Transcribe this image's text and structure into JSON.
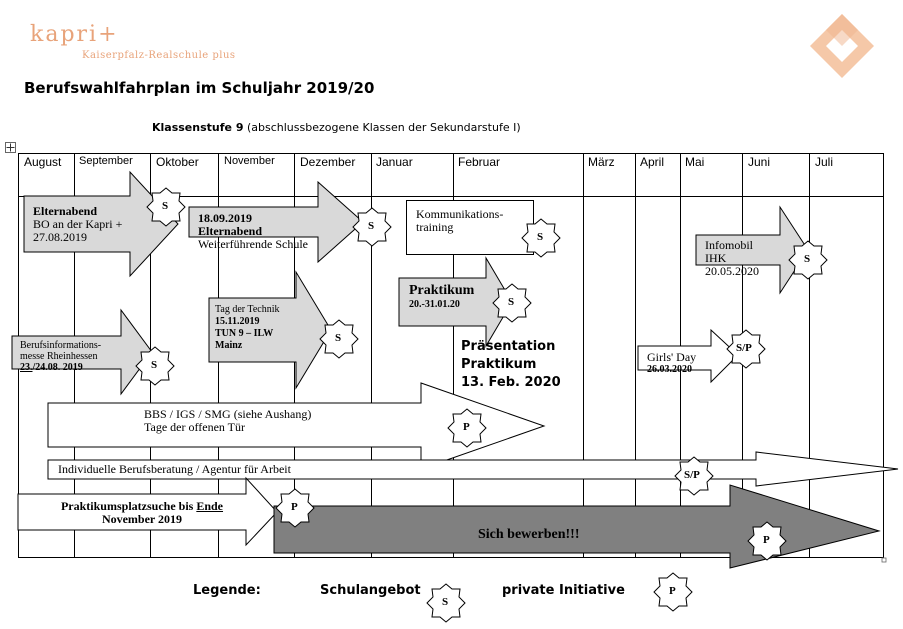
{
  "logo": {
    "name": "kapri+",
    "subtitle": "Kaiserpfalz-Realschule plus"
  },
  "title": "Berufswahlfahrplan im Schuljahr 2019/20",
  "subtitle": {
    "bold": "Klassenstufe 9",
    "rest": "(abschlussbezogene Klassen der Sekundarstufe I)"
  },
  "months": [
    "August",
    "September",
    "Oktober",
    "November",
    "Dezember",
    "Januar",
    "Februar",
    "März",
    "April",
    "Mai",
    "Juni",
    "Juli"
  ],
  "markers": {
    "school": "S",
    "private": "P",
    "both": "S/P"
  },
  "events": {
    "elternabend_bo": {
      "line1": "Elternabend",
      "line2": "BO an der Kapri +",
      "line3": "27.08.2019"
    },
    "elternabend_wf": {
      "line1": "18.09.2019",
      "line2": "Elternabend",
      "line3": "Weiterführende Schule"
    },
    "kommunikation": {
      "line1": "Kommunikations-",
      "line2": "training"
    },
    "infomobil": {
      "line1": "Infomobil",
      "line2": "IHK",
      "line3": "20.05.2020"
    },
    "technik": {
      "line1": "Tag der Technik",
      "line2": "15.11.2019",
      "line3": "TUN 9 – ILW",
      "line4": "Mainz"
    },
    "praktikum": {
      "line1": "Praktikum",
      "line2": "20.-31.01.20"
    },
    "berufsinfo": {
      "line1": "Berufsinformations-",
      "line2": "messe Rheinhessen",
      "line3_u": "23.",
      "line3_rest": "/24.08. 2019"
    },
    "praesentation": {
      "line1": "Präsentation",
      "line2": "Praktikum",
      "line3": "13. Feb. 2020"
    },
    "girls_day": {
      "line1": "Girls' Day",
      "line2": "26.03.2020"
    },
    "bbs": {
      "line1": "BBS / IGS / SMG (siehe Aushang)",
      "line2": "Tage der offenen Tür"
    },
    "beratung": {
      "line1": "Individuelle Berufsberatung / Agentur für Arbeit"
    },
    "platzsuche": {
      "line1_a": "Praktikumsplatzsuche bis ",
      "line1_u": "Ende",
      "line2": "November 2019"
    },
    "bewerben": {
      "line1": "Sich bewerben!!!"
    }
  },
  "legend": {
    "label": "Legende:",
    "school": "Schulangebot",
    "private": "private Initiative"
  },
  "colors": {
    "accent": "#e8a37a",
    "gray_fill": "#d9d9d9",
    "dark_fill": "#808080"
  }
}
